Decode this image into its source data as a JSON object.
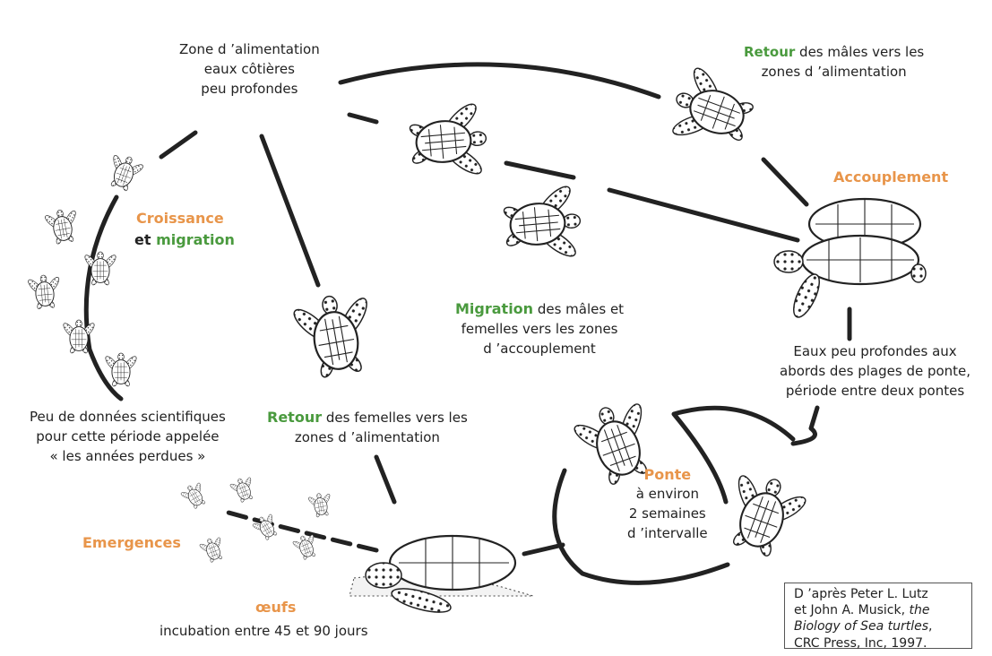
{
  "colors": {
    "stage_orange": "#e8954a",
    "stage_green": "#4a9a3e",
    "line": "#222222",
    "shell_fill": "#ffffff"
  },
  "labels": {
    "feeding_zone": [
      "Zone d ’alimentation",
      "eaux côtières",
      "peu profondes"
    ],
    "male_return_bold": "Retour",
    "male_return_rest": " des mâles vers les",
    "male_return_line2": "zones d ’alimentation",
    "mating": "Accouplement",
    "growth": "Croissance",
    "and": "et ",
    "migration_word": "migration",
    "migration_bold": "Migration",
    "migration_rest": " des mâles et",
    "migration_line2": "femelles vers les zones",
    "migration_line3": "d ’accouplement",
    "shallow_waters": [
      "Eaux peu profondes aux",
      "abords des plages de ponte,",
      "période entre deux pontes"
    ],
    "female_return_bold": "Retour",
    "female_return_rest": " des femelles vers les",
    "female_return_line2": "zones d ’alimentation",
    "lost_years": [
      "Peu de données scientifiques",
      "pour cette période appelée",
      "« les années perdues »"
    ],
    "laying": "Ponte",
    "laying_detail": [
      "à environ",
      "2 semaines",
      "d ’intervalle"
    ],
    "emergences": "Emergences",
    "eggs": "œufs",
    "incubation": "incubation entre 45 et 90 jours"
  },
  "citation": {
    "line1": "D ’après Peter L. Lutz",
    "line2a": "et John A. Musick, ",
    "line2b": "the",
    "line3a": "Biology of Sea turtles",
    "line3b": ",",
    "line4": "CRC Press, Inc, 1997."
  }
}
